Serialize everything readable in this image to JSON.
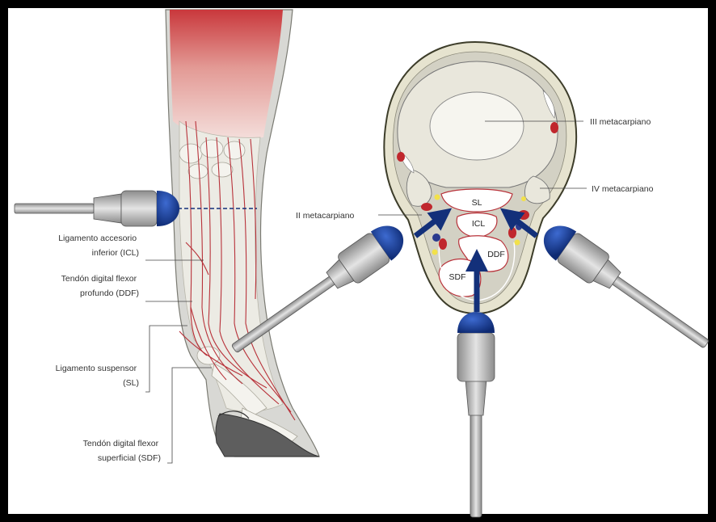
{
  "labels": {
    "icl": [
      "Ligamento accesorio",
      "inferior (ICL)"
    ],
    "ddf": [
      "Tendón digital flexor",
      "profundo (DDF)"
    ],
    "sl": [
      "Ligamento suspensor",
      "(SL)"
    ],
    "sdf": [
      "Tendón digital flexor",
      "superficial (SDF)"
    ],
    "iii_metacarpiano": "III metacarpiano",
    "iv_metacarpiano": "IV metacarpiano",
    "ii_metacarpiano": "II metacarpiano"
  },
  "section_labels": {
    "sl": "SL",
    "icl": "ICL",
    "ddf": "DDF",
    "sdf": "SDF"
  },
  "colors": {
    "border": "#000000",
    "background": "#ffffff",
    "probe_head": "#1a3f8f",
    "arrow": "#13307a",
    "muscle_red": "#c0272d",
    "bone": "#ebe9df",
    "skin_outline": "#5a5a3a"
  }
}
